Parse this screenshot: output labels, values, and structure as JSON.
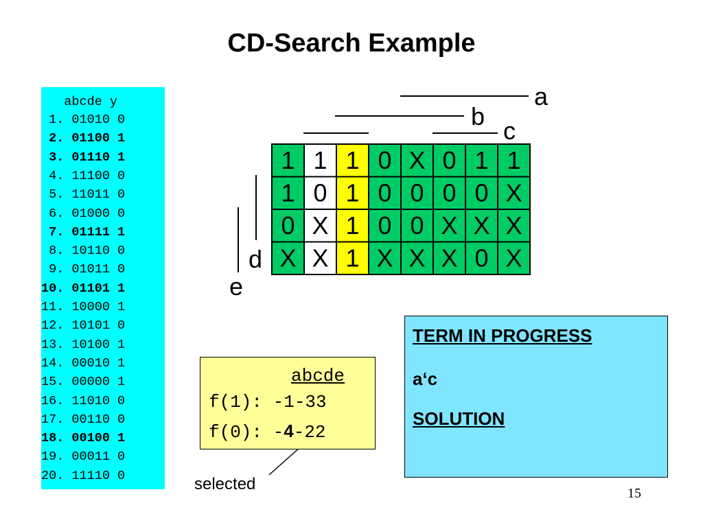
{
  "title": "CD-Search Example",
  "truth_table": {
    "header": "   abcde y",
    "rows": [
      {
        "text": " 1. 01010 0",
        "bold": false
      },
      {
        "text": " 2. 01100 1",
        "bold": true
      },
      {
        "text": " 3. 01110 1",
        "bold": true
      },
      {
        "text": " 4. 11100 0",
        "bold": false
      },
      {
        "text": " 5. 11011 0",
        "bold": false
      },
      {
        "text": " 6. 01000 0",
        "bold": false
      },
      {
        "text": " 7. 01111 1",
        "bold": true
      },
      {
        "text": " 8. 10110 0",
        "bold": false
      },
      {
        "text": " 9. 01011 0",
        "bold": false
      },
      {
        "text": "10. 01101 1",
        "bold": true
      },
      {
        "text": "11. 10000 1",
        "bold": false
      },
      {
        "text": "12. 10101 0",
        "bold": false
      },
      {
        "text": "13. 10100 1",
        "bold": false
      },
      {
        "text": "14. 00010 1",
        "bold": false
      },
      {
        "text": "15. 00000 1",
        "bold": false
      },
      {
        "text": "16. 11010 0",
        "bold": false
      },
      {
        "text": "17. 00110 0",
        "bold": false
      },
      {
        "text": "18. 00100 1",
        "bold": true
      },
      {
        "text": "19. 00011 0",
        "bold": false
      },
      {
        "text": "20. 11110 0",
        "bold": false
      }
    ]
  },
  "kmap": {
    "var_labels": {
      "a": "a",
      "b": "b",
      "c": "c",
      "d": "d",
      "e": "e"
    },
    "cells": [
      [
        "1",
        "1",
        "1",
        "0",
        "X",
        "0",
        "1",
        "1"
      ],
      [
        "1",
        "0",
        "1",
        "0",
        "0",
        "0",
        "0",
        "X"
      ],
      [
        "0",
        "X",
        "1",
        "0",
        "0",
        "X",
        "X",
        "X"
      ],
      [
        "X",
        "X",
        "1",
        "X",
        "X",
        "X",
        "0",
        "X"
      ]
    ],
    "white_cells": [
      [
        0,
        1
      ],
      [
        1,
        1
      ],
      [
        2,
        1
      ],
      [
        3,
        1
      ]
    ],
    "highlight_column": 2,
    "colors": {
      "green": "#00cc66",
      "yellow": "#ffff00",
      "white": "#ffffff"
    }
  },
  "f_box": {
    "header": "abcde",
    "f1_label": "f(1):",
    "f1_value": "-1-33",
    "f0_label": "f(0):",
    "f0_prefix": "-",
    "f0_bold": "4",
    "f0_suffix": "-22"
  },
  "term_box": {
    "heading": "TERM IN PROGRESS",
    "term": "a‘c",
    "solution": "SOLUTION"
  },
  "selected_label": "selected",
  "page_number": "15"
}
